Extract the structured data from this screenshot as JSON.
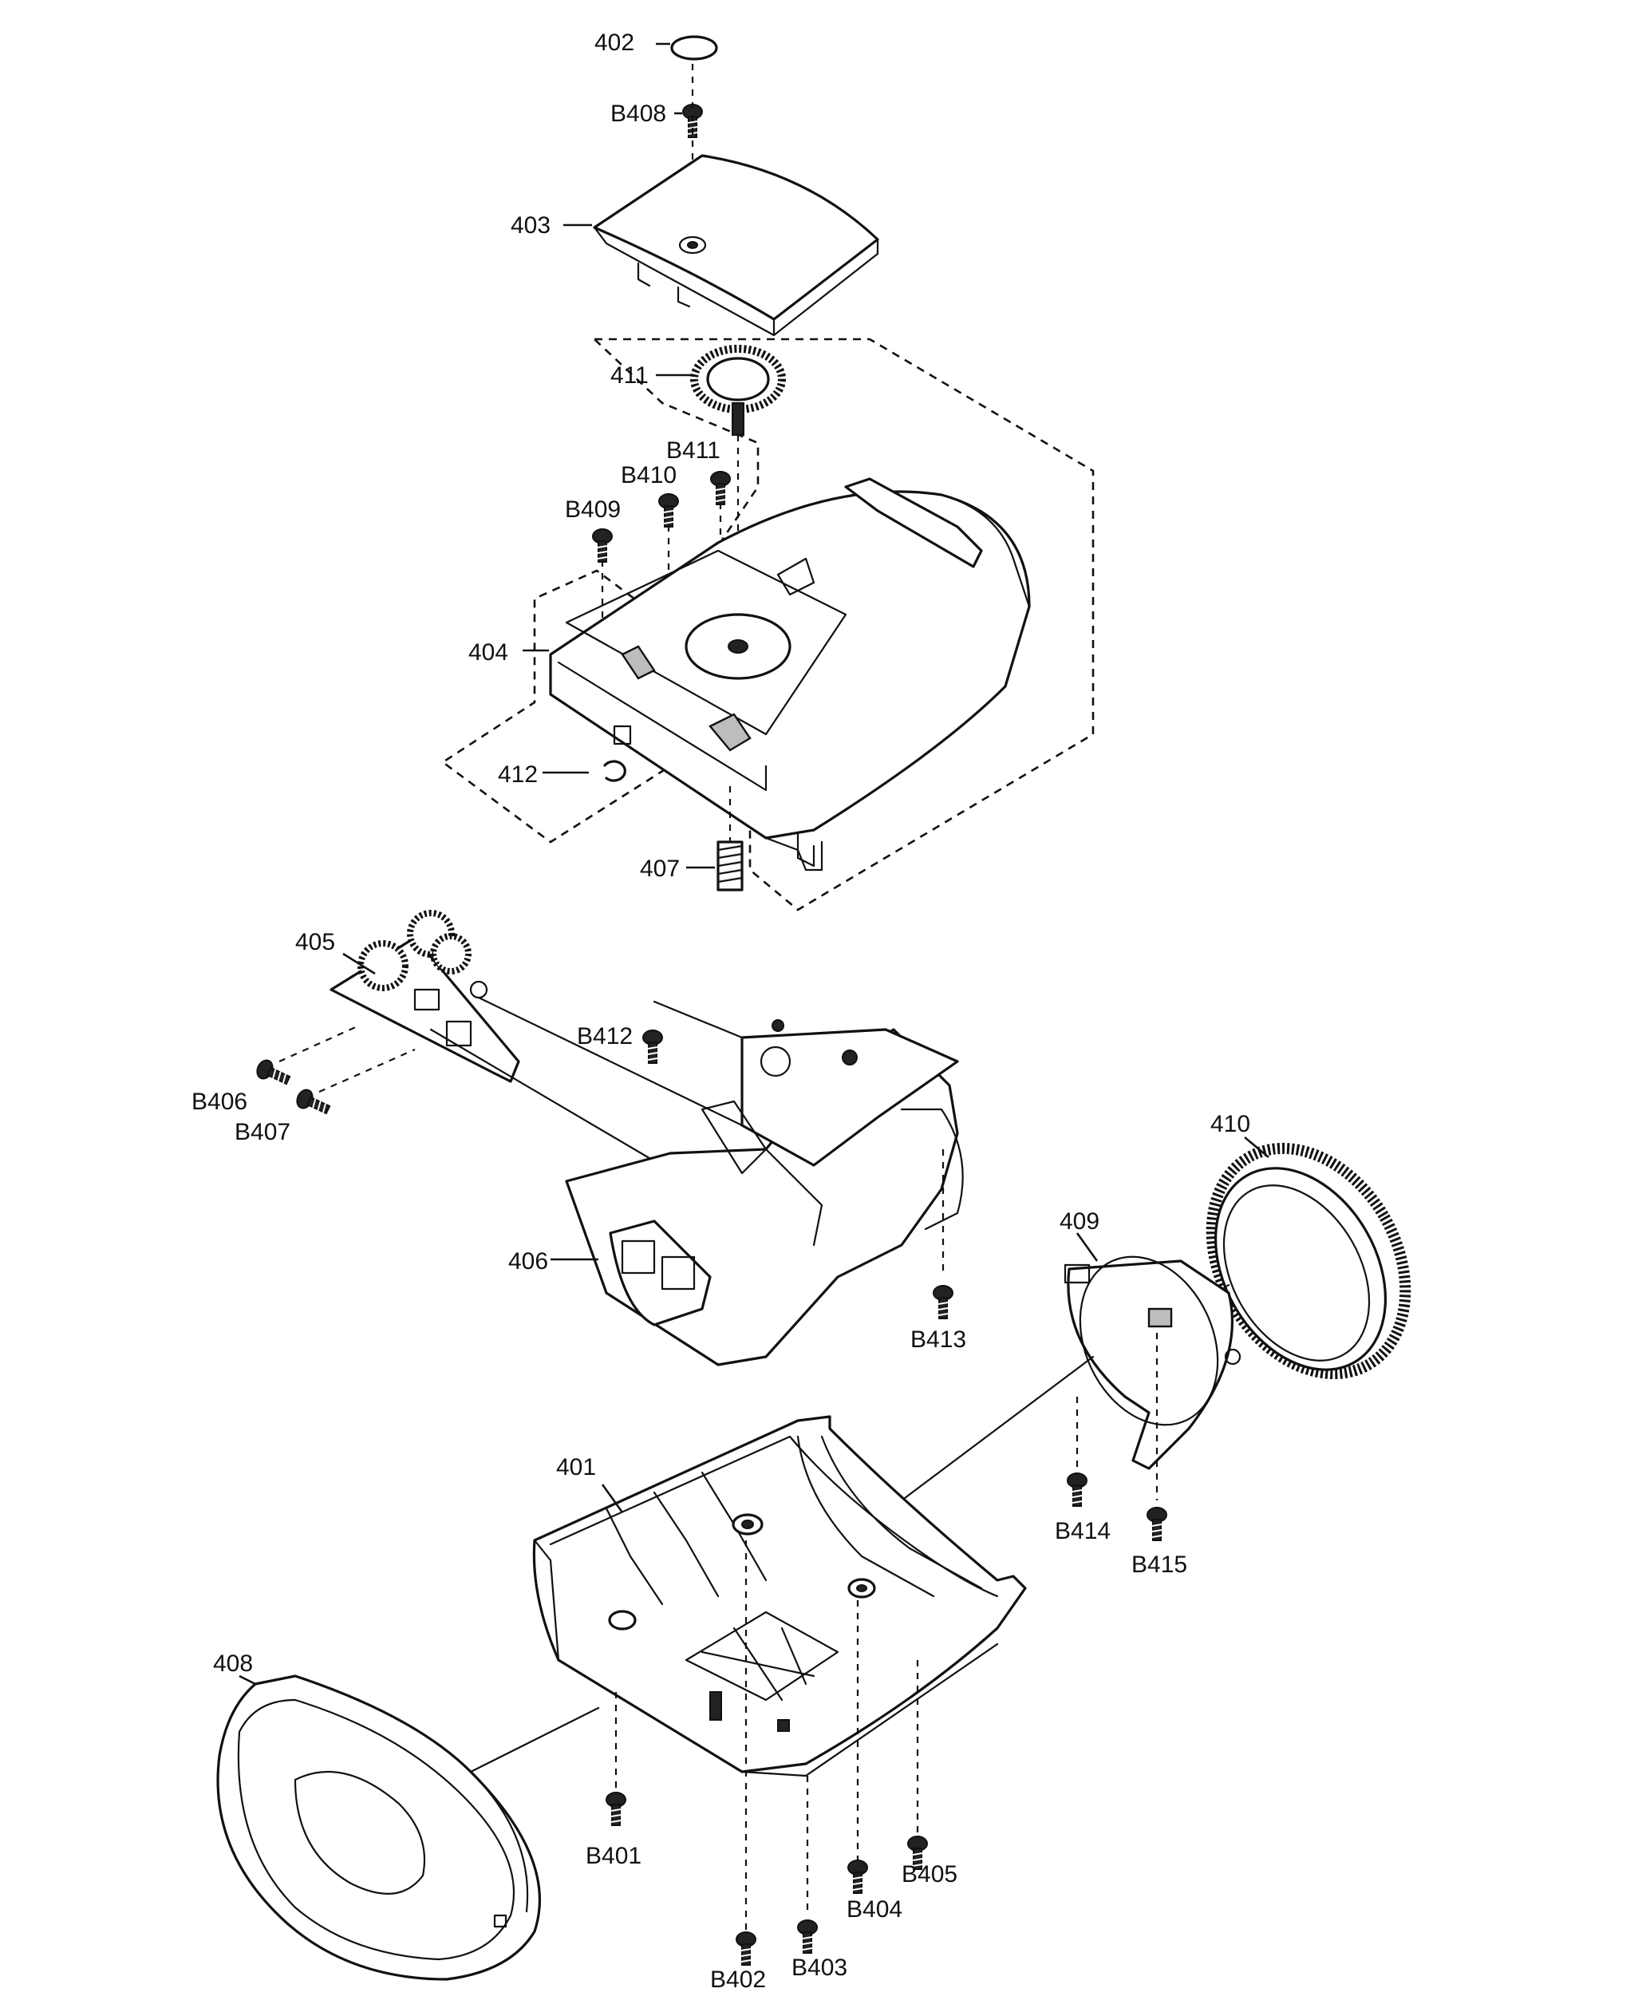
{
  "labels": {
    "p402": "402",
    "pB408": "B408",
    "p403": "403",
    "p411": "411",
    "pB411": "B411",
    "pB410": "B410",
    "pB409": "B409",
    "p404": "404",
    "p412": "412",
    "p407": "407",
    "p405": "405",
    "pB412": "B412",
    "pB406": "B406",
    "pB407": "B407",
    "p406": "406",
    "pB413": "B413",
    "p410": "410",
    "p409": "409",
    "pB414": "B414",
    "pB415": "B415",
    "p401": "401",
    "p408": "408",
    "pB401": "B401",
    "pB402": "B402",
    "pB403": "B403",
    "pB404": "B404",
    "pB405": "B405"
  }
}
